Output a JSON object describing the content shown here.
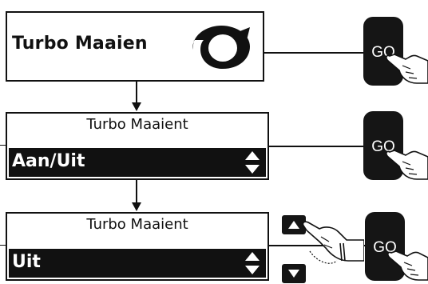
{
  "screens": [
    {
      "title": "Turbo Maaien",
      "icon": "turbo-swirl-icon"
    },
    {
      "header": "Turbo Maaient",
      "value": "Aan/Uit",
      "icon": "up-down-arrows-icon"
    },
    {
      "header": "Turbo Maaient",
      "value": "Uit",
      "icon": "up-down-arrows-icon"
    }
  ],
  "go_buttons": [
    {
      "label": "GO"
    },
    {
      "label": "GO"
    },
    {
      "label": "GO"
    }
  ],
  "nav_buttons": {
    "up_icon": "up-triangle-icon",
    "down_icon": "down-triangle-icon"
  },
  "colors": {
    "ink": "#111111",
    "button": "#151515",
    "paper": "#ffffff"
  }
}
